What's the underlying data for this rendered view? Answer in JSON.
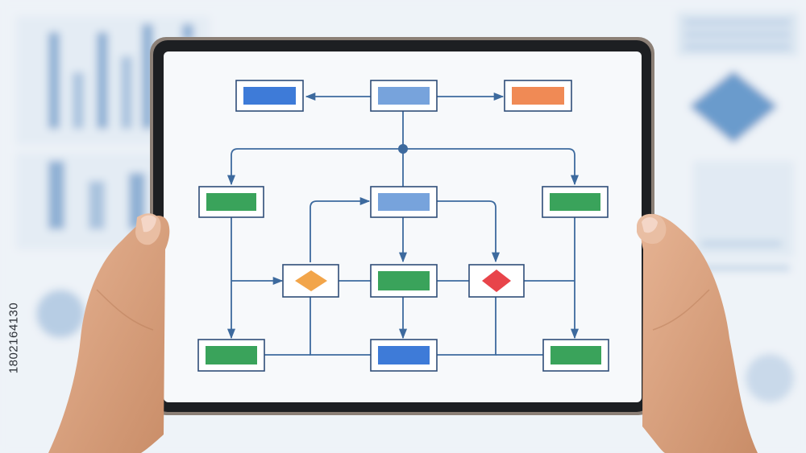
{
  "watermark": {
    "stock_id": "1802164130"
  },
  "colors": {
    "background": "#eef3f8",
    "bezel": "#1d1f22",
    "screen": "#f7f9fb",
    "connector": "#3d6a9e",
    "box_border": "#2f4d78",
    "blue_strong": "#3e7bd8",
    "blue_light": "#77a3dc",
    "orange": "#f08a55",
    "green": "#3aa35b",
    "diamond_orange": "#f2a54a",
    "diamond_red": "#e8444a",
    "skin": "#d9a27f"
  },
  "flowchart": {
    "nodes": [
      {
        "id": "top-left",
        "shape": "rect",
        "fill": "blue_strong"
      },
      {
        "id": "top-center",
        "shape": "rect",
        "fill": "blue_light"
      },
      {
        "id": "top-right",
        "shape": "rect",
        "fill": "orange"
      },
      {
        "id": "mid-left",
        "shape": "rect",
        "fill": "green"
      },
      {
        "id": "mid-center",
        "shape": "rect",
        "fill": "blue_light"
      },
      {
        "id": "mid-right",
        "shape": "rect",
        "fill": "green"
      },
      {
        "id": "decision-left",
        "shape": "diamond",
        "fill": "diamond_orange"
      },
      {
        "id": "center-process",
        "shape": "rect",
        "fill": "green"
      },
      {
        "id": "decision-right",
        "shape": "diamond",
        "fill": "diamond_red"
      },
      {
        "id": "bottom-left",
        "shape": "rect",
        "fill": "green"
      },
      {
        "id": "bottom-center",
        "shape": "rect",
        "fill": "blue_strong"
      },
      {
        "id": "bottom-right",
        "shape": "rect",
        "fill": "green"
      }
    ]
  }
}
